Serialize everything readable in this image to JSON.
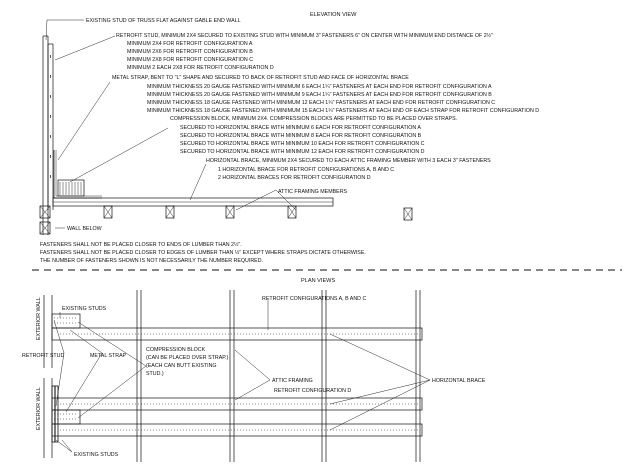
{
  "elevation": {
    "title": "ELEVATION VIEW",
    "notes": [
      "EXISTING STUD OF TRUSS FLAT AGAINST GABLE END WALL",
      "RETROFIT STUD, MINIMUM 2X4 SECURED TO EXISTING STUD WITH MINIMUM 3\" FASTENERS 6\" ON CENTER WITH MINIMUM END DISTANCE OF 2½\"",
      "MINIMUM 2X4 FOR RETROFIT CONFIGURATION A",
      "MINIMUM 2X6 FOR RETROFIT CONFIGURATION B",
      "MINIMUM 2X8 FOR RETROFIT CONFIGURATION C",
      "MINIMUM 2 EACH 2X8 FOR RETROFIT CONFIGURATION D",
      "METAL STRAP, BENT TO \"L\" SHAPE AND SECURED TO BACK OF RETROFIT STUD AND FACE OF HORIZONTAL BRACE",
      "MINIMUM THICKNESS 20 GAUGE FASTENED WITH MINIMUM 6 EACH 1¼\" FASTENERS AT EACH END FOR RETROFIT CONFIGURATION A",
      "MINIMUM THICKNESS 20 GAUGE FASTENED WITH MINIMUM 9 EACH 1¼\" FASTENERS AT EACH END FOR RETROFIT CONFIGURATION B",
      "MINIMUM THICKNESS 18 GAUGE FASTENED WITH MINIMUM 12 EACH 1¼\" FASTENERS AT EACH END FOR RETROFIT CONFIGURATION C",
      "MINIMUM THICKNESS 18 GAUGE FASTENED WITH MINIMUM 15 EACH 1¼\" FASTENERS AT EACH END OF EACH STRAP FOR RETROFIT CONFIGURATION D",
      "COMPRESSION BLOCK, MINIMUM 2X4. COMPRESSION BLOCKS ARE PERMITTED TO BE PLACED OVER STRAPS.",
      "SECURED TO HORIZONTAL BRACE WITH MINIMUM 6 EACH FOR RETROFIT CONFIGURATION A",
      "SECURED TO HORIZONTAL BRACE WITH MINIMUM 8 EACH FOR RETROFIT CONFIGURATION B",
      "SECURED TO HORIZONTAL BRACE WITH MINIMUM 10 EACH FOR RETROFIT CONFIGURATION C",
      "SECURED TO HORIZONTAL BRACE WITH MINIMUM 12 EACH FOR RETROFIT CONFIGURATION D",
      "HORIZONTAL BRACE, MINIMUM 2X4 SECURED TO EACH ATTIC FRAMING MEMBER WITH 3 EACH 3\" FASTENERS",
      "1 HORIZONTAL BRACE FOR RETROFIT CONFIGURATIONS A, B AND C",
      "2 HORIZONTAL BRACES FOR RETROFIT CONFIGURATION D"
    ],
    "attic_label": "ATTIC FRAMING MEMBERS",
    "wall_below": "WALL BELOW",
    "footnotes": [
      "FASTENERS SHALL NOT BE PLACED CLOSER TO ENDS OF LUMBER THAN 2½\".",
      "FASTENERS SHALL NOT BE PLACED CLOSER TO EDGES OF LUMBER THAN ½\" EXCEPT WHERE STRAPS DICTATE OTHERWISE.",
      "THE NUMBER OF FASTENERS SHOWN IS NOT NECESSARILY THE NUMBER REQUIRED."
    ]
  },
  "plan": {
    "title": "PLAN VIEWS",
    "config_abc": "RETROFIT CONFIGURATIONS A, B AND C",
    "config_d": "RETROFIT CONFIGURATION D",
    "exterior_wall": "EXTERIOR WALL",
    "existing_studs": "EXISTING STUDS",
    "retrofit_stud": "RETROFIT STUD",
    "metal_strap": "METAL STRAP",
    "compression_block": [
      "COMPRESSION BLOCK",
      "(CAN BE PLACED OVER STRAP.)",
      "(EACH CAN BUTT EXISTING",
      "STUD.)"
    ],
    "attic_framing": "ATTIC FRAMING",
    "horizontal_brace": "HORIZONTAL BRACE"
  }
}
